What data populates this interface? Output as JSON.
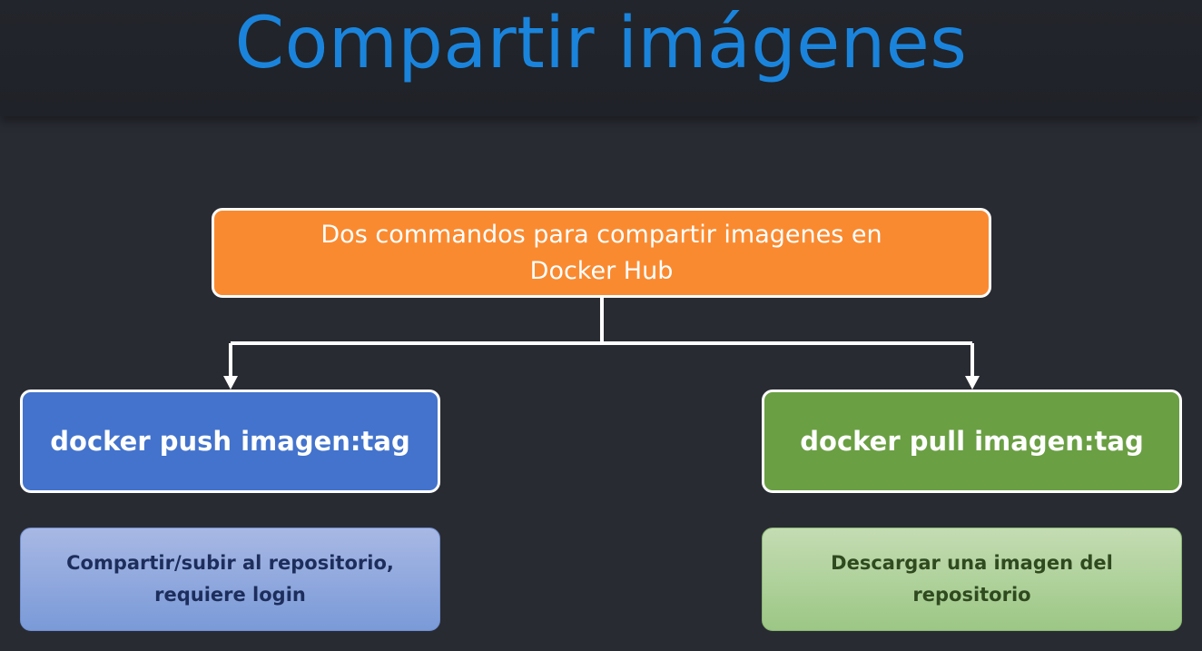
{
  "title": "Compartir imágenes",
  "root": {
    "text": "Dos commandos para compartir imagenes en Docker Hub"
  },
  "push": {
    "command": "docker push imagen:tag",
    "description": "Compartir/subir al repositorio, requiere login",
    "color": "#4373cc"
  },
  "pull": {
    "command": "docker pull imagen:tag",
    "description": "Descargar una imagen del repositorio",
    "color": "#6a9f43"
  },
  "colors": {
    "background": "#292b33",
    "title": "#1a84dc",
    "root": "#fa8a30"
  }
}
